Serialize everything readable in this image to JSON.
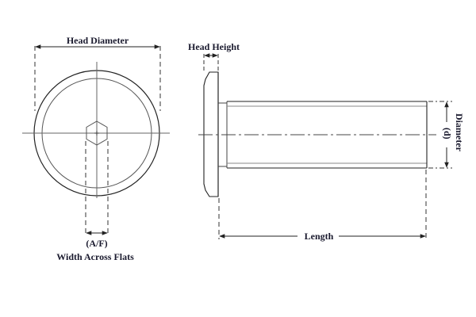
{
  "diagram": {
    "title": "Screw dimension diagram",
    "colors": {
      "line": "#333333",
      "thin_line": "#666666",
      "text": "#1a1a2e",
      "background": "#ffffff"
    },
    "front_view": {
      "labels": {
        "head_diameter": "Head Diameter",
        "af_abbrev": "(A/F)",
        "width_across_flats": "Width Across Flats"
      },
      "drive": "hex-socket"
    },
    "side_view": {
      "labels": {
        "head_height": "Head Height",
        "length": "Length",
        "d_abbrev": "(d)",
        "diameter": "Diameter"
      }
    }
  }
}
